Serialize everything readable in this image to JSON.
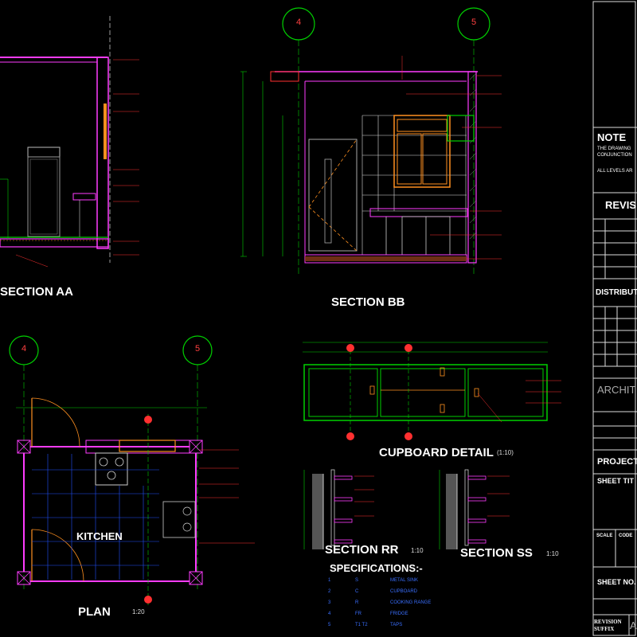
{
  "titles": {
    "section_aa": "SECTION AA",
    "section_bb": "SECTION BB",
    "plan": "PLAN",
    "plan_scale": "1:20",
    "cupboard_detail": "CUPBOARD DETAIL",
    "cupboard_scale": "(1:10)",
    "section_rr": "SECTION RR",
    "section_rr_scale": "1:10",
    "section_ss": "SECTION SS",
    "section_ss_scale": "1:10",
    "kitchen": "KITCHEN",
    "specifications": "SPECIFICATIONS:-"
  },
  "grid_bubbles": [
    "4",
    "5",
    "4",
    "5"
  ],
  "specifications": [
    {
      "no": "1",
      "code": "S",
      "item": "METAL SINK"
    },
    {
      "no": "2",
      "code": "C",
      "item": "CUPBOARD"
    },
    {
      "no": "3",
      "code": "R",
      "item": "COOKING RANGE"
    },
    {
      "no": "4",
      "code": "FR",
      "item": "FRIDGE"
    },
    {
      "no": "5",
      "code": "T1 T2",
      "item": "TAPS"
    }
  ],
  "title_block": {
    "note_heading": "NOTE",
    "note_line1": "THE DRAWING",
    "note_line2": "CONJUNCTION",
    "note_line3": "ALL LEVELS AR",
    "revisions": "REVIS",
    "distribution": "DISTRIBUT",
    "architect": "ARCHIT",
    "project": "PROJECT",
    "sheet_title": "SHEET TIT",
    "scale": "SCALE",
    "code": "CODE",
    "sheet_no": "SHEET NO.",
    "revision_suffix_1": "REVISION",
    "revision_suffix_2": "SUFFIX",
    "revision_suffix_val": "A"
  },
  "colors": {
    "background": "#000000",
    "wall": "#ff3cff",
    "dimension": "#00d000",
    "annotation": "#ff3030",
    "cabinet": "#ff9020",
    "text": "#ffffff",
    "spec_text": "#3a6fff",
    "tile": "#2050ff"
  }
}
